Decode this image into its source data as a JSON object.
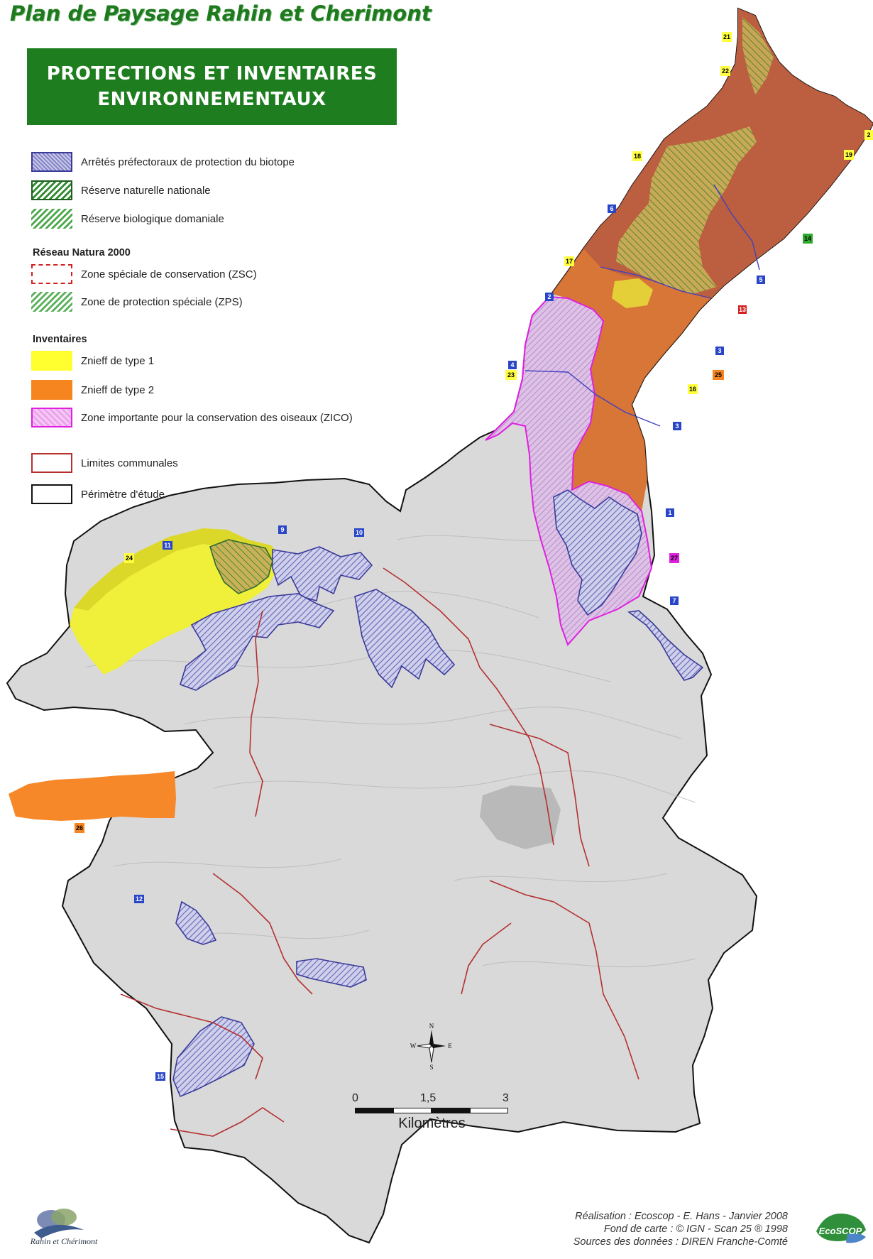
{
  "header": {
    "title": "Plan de Paysage Rahin et Cherimont",
    "banner_line1": "PROTECTIONS ET INVENTAIRES",
    "banner_line2": "ENVIRONNEMENTAUX"
  },
  "legend": {
    "protections": [
      {
        "label": "Arrêtés préfectoraux de protection du biotope"
      },
      {
        "label": "Réserve naturelle nationale"
      },
      {
        "label": "Réserve biologique domaniale"
      }
    ],
    "natura_heading": "Réseau Natura 2000",
    "natura": [
      {
        "label": "Zone spéciale de conservation (ZSC)"
      },
      {
        "label": "Zone de protection spéciale (ZPS)"
      }
    ],
    "inventaires_heading": "Inventaires",
    "inventaires": [
      {
        "label": "Znieff de type 1"
      },
      {
        "label": "Znieff de type 2"
      },
      {
        "label": "Zone importante pour la conservation des oiseaux (ZICO)"
      }
    ],
    "limites": [
      {
        "label": "Limites communales"
      },
      {
        "label": "Périmètre d'étude"
      }
    ]
  },
  "colors": {
    "znieff1": "#ffff30",
    "znieff2": "#f68520",
    "zico": "#e020e0",
    "biotope": "#3a3a9a",
    "reserve": "#2f8a2f",
    "commune_limit": "#b43030",
    "base_map": "#d8d8d8"
  },
  "markers": [
    {
      "label": "21",
      "kind": "yellow"
    },
    {
      "label": "22",
      "kind": "yellow"
    },
    {
      "label": "2",
      "kind": "yellow"
    },
    {
      "label": "18",
      "kind": "yellow"
    },
    {
      "label": "19",
      "kind": "yellow"
    },
    {
      "label": "6",
      "kind": "blue"
    },
    {
      "label": "14",
      "kind": "green"
    },
    {
      "label": "17",
      "kind": "yellow"
    },
    {
      "label": "5",
      "kind": "blue"
    },
    {
      "label": "2",
      "kind": "blue"
    },
    {
      "label": "13",
      "kind": "red"
    },
    {
      "label": "3",
      "kind": "blue"
    },
    {
      "label": "4",
      "kind": "blue"
    },
    {
      "label": "23",
      "kind": "yellow"
    },
    {
      "label": "25",
      "kind": "orange"
    },
    {
      "label": "16",
      "kind": "yellow"
    },
    {
      "label": "3",
      "kind": "blue"
    },
    {
      "label": "1",
      "kind": "blue"
    },
    {
      "label": "27",
      "kind": "magenta"
    },
    {
      "label": "7",
      "kind": "blue"
    },
    {
      "label": "9",
      "kind": "blue"
    },
    {
      "label": "10",
      "kind": "blue"
    },
    {
      "label": "11",
      "kind": "blue"
    },
    {
      "label": "24",
      "kind": "yellow"
    },
    {
      "label": "26",
      "kind": "orange"
    },
    {
      "label": "12",
      "kind": "blue"
    },
    {
      "label": "15",
      "kind": "blue"
    }
  ],
  "compass": {
    "n": "N",
    "s": "S",
    "e": "E",
    "w": "W"
  },
  "scale": {
    "ticks": [
      "0",
      "1,5",
      "3"
    ],
    "unit": "Kilomètres"
  },
  "credits": {
    "line1": "Réalisation : Ecoscop - E. Hans - Janvier 2008",
    "line2": "Fond de carte : © IGN - Scan 25 ® 1998",
    "line3": "Sources des données : DIREN Franche-Comté"
  },
  "logos": {
    "left_line1": "Rahin et Chérimont",
    "right": "EcoSCOP"
  }
}
